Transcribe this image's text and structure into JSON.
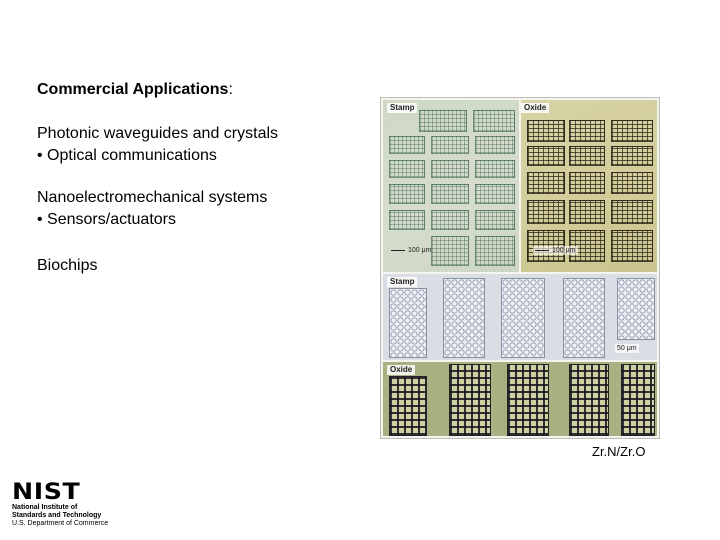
{
  "content": {
    "heading": "Commercial Applications",
    "heading_suffix": ":",
    "lines": [
      "Photonic waveguides and crystals",
      "• Optical communications",
      "Nanoelectromechanical systems",
      "• Sensors/actuators",
      "Biochips"
    ]
  },
  "figure": {
    "panels": {
      "stamp_top": "Stamp",
      "oxide_top": "Oxide",
      "stamp_bottom": "Stamp",
      "oxide_bottom": "Oxide"
    },
    "scales": {
      "left": "100 μm",
      "right": "100 μm",
      "bottom": "50 μm"
    },
    "caption": "Zr.N/Zr.O"
  },
  "logo": {
    "word": "NIST",
    "line1": "National Institute of",
    "line2": "Standards and Technology",
    "line3": "U.S. Department of Commerce"
  }
}
